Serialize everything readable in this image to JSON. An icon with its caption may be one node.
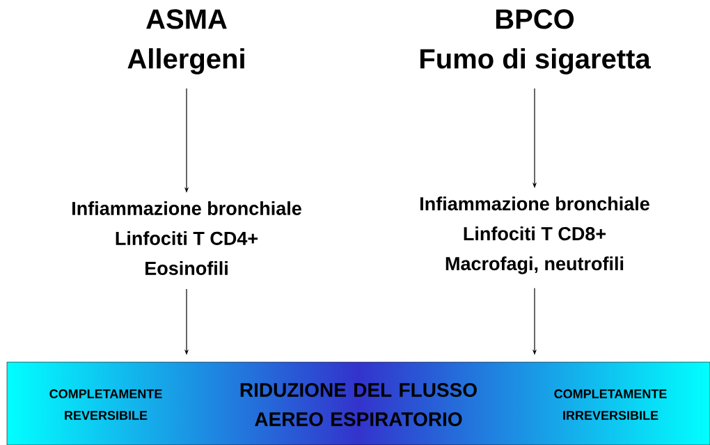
{
  "diagram": {
    "nodes": [
      {
        "text": [
          "ASMA",
          "Allergeni"
        ]
      },
      {
        "text": [
          "BPCO",
          "Fumo di sigaretta"
        ]
      },
      {
        "text": [
          "Infiammazione bronchiale",
          "Linfociti T CD4+",
          "Eosinofili"
        ]
      },
      {
        "text": [
          "Infiammazione bronchiale",
          "Linfociti T CD8+",
          "Macrofagi, neutrofili"
        ]
      },
      {
        "text": [
          "COMPLETAMENTE REVERSIBILE",
          "RIDUZIONE DEL FLUSSO AEREO ESPIRATORIO",
          "COMPLETAMENTE IRREVERSIBILE"
        ]
      }
    ],
    "edges": [
      {
        "from": 0,
        "to": 2,
        "arrow": "to"
      },
      {
        "from": 1,
        "to": 3,
        "arrow": "to"
      },
      {
        "from": 2,
        "to": 4,
        "arrow": "to"
      },
      {
        "from": 3,
        "to": 4,
        "arrow": "to"
      }
    ]
  }
}
